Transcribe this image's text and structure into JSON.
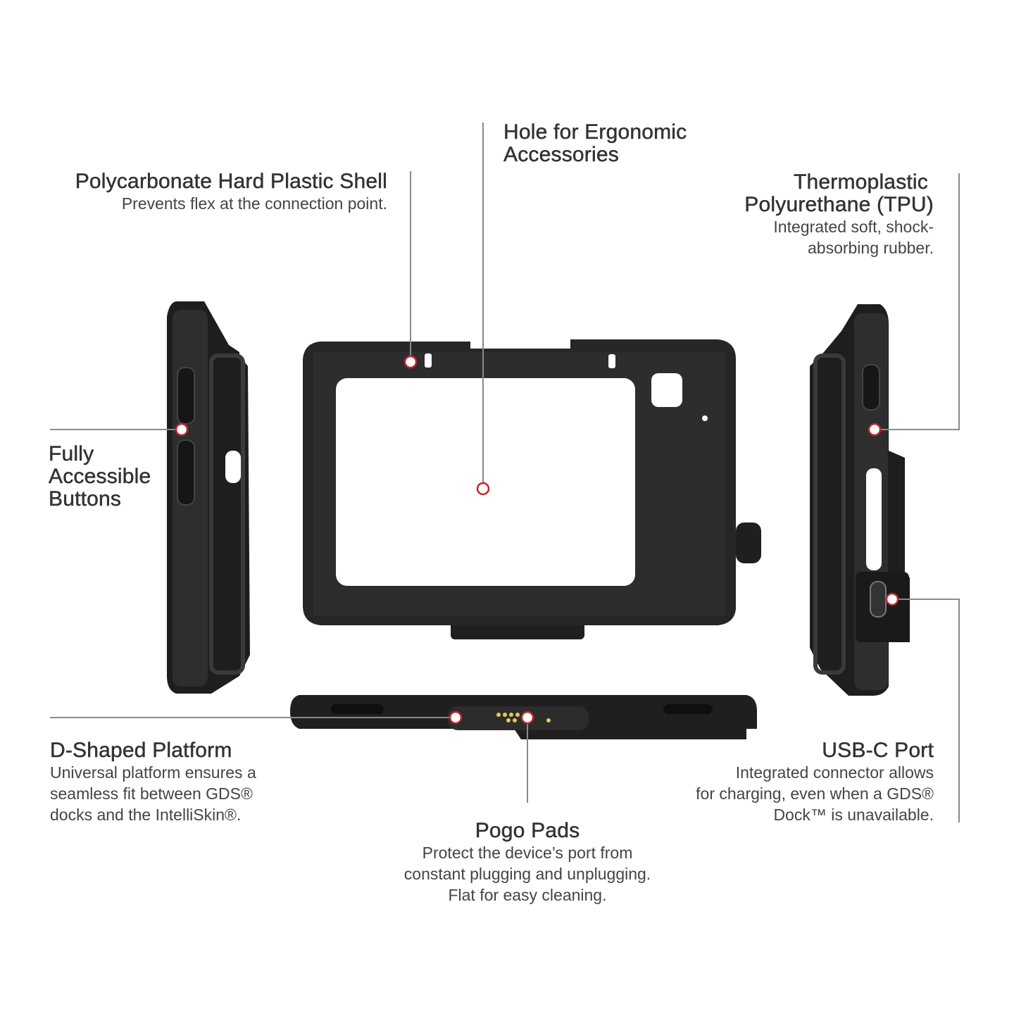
{
  "colors": {
    "text": "#333333",
    "line": "#8a8a8a",
    "marker": "#c0272d",
    "case": "#2b2b2b",
    "pins": "#e8c65a"
  },
  "callouts": {
    "shell": {
      "title": "Polycarbonate Hard Plastic Shell",
      "desc": "Prevents flex at the connection point."
    },
    "hole": {
      "title_lines": [
        "Hole for Ergonomic",
        "Accessories"
      ]
    },
    "tpu": {
      "title_lines": [
        "Thermoplastic",
        "Polyurethane (TPU)"
      ],
      "desc_lines": [
        "Integrated soft, shock-",
        "absorbing rubber."
      ]
    },
    "buttons": {
      "title_lines": [
        "Fully",
        "Accessible",
        "Buttons"
      ]
    },
    "platform": {
      "title": "D-Shaped Platform",
      "desc_lines": [
        "Universal platform ensures a",
        "seamless fit between GDS®",
        "docks and the IntelliSkin®."
      ]
    },
    "pogo": {
      "title": "Pogo Pads",
      "desc_lines": [
        "Protect the device’s port from",
        "constant plugging and unplugging.",
        "Flat for easy cleaning."
      ]
    },
    "usbc": {
      "title": "USB-C Port",
      "desc_lines": [
        "Integrated connector allows",
        "for charging, even when a GDS®",
        "Dock™ is unavailable."
      ]
    }
  }
}
